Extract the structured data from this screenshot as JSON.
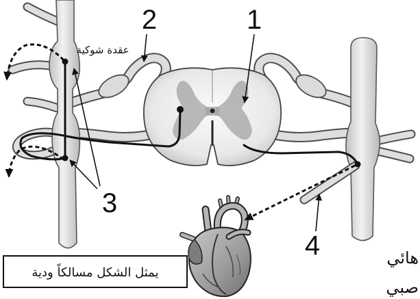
{
  "labels": {
    "one": "1",
    "two": "2",
    "three": "3",
    "four": "4"
  },
  "ganglion_label": "عقدة شوكية",
  "caption": "يمثل الشكل مسالكاً ودية",
  "cut_text": {
    "line1": "هائي",
    "line2": "صبي"
  }
}
